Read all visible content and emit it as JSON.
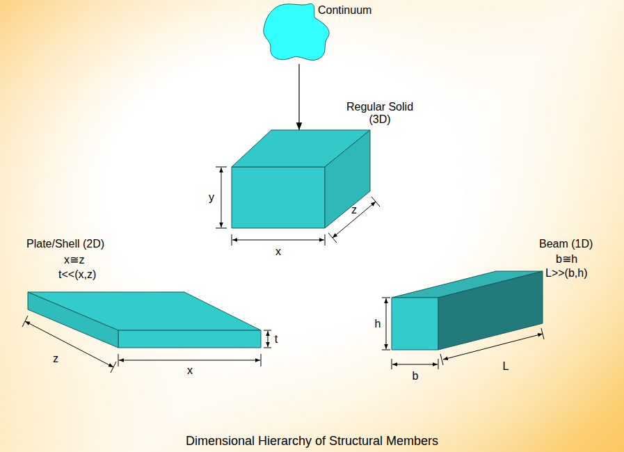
{
  "diagram": {
    "caption": "Dimensional Hierarchy of Structural Members",
    "nodes": [
      {
        "text": [
          "Continuum"
        ]
      },
      {
        "text": [
          "Regular Solid (3D)"
        ]
      },
      {
        "text": [
          "Plate/Shell (2D)",
          "x≅z",
          "t<<(x,z)"
        ]
      },
      {
        "text": [
          "Beam (1D)",
          "b≅h",
          "L>>(b,h)"
        ]
      }
    ],
    "edges": [
      {
        "from": 0,
        "to": 1,
        "arrow": "to"
      }
    ],
    "labels": [
      "y",
      "x",
      "z",
      "z",
      "x",
      "t",
      "h",
      "b",
      "L"
    ]
  }
}
